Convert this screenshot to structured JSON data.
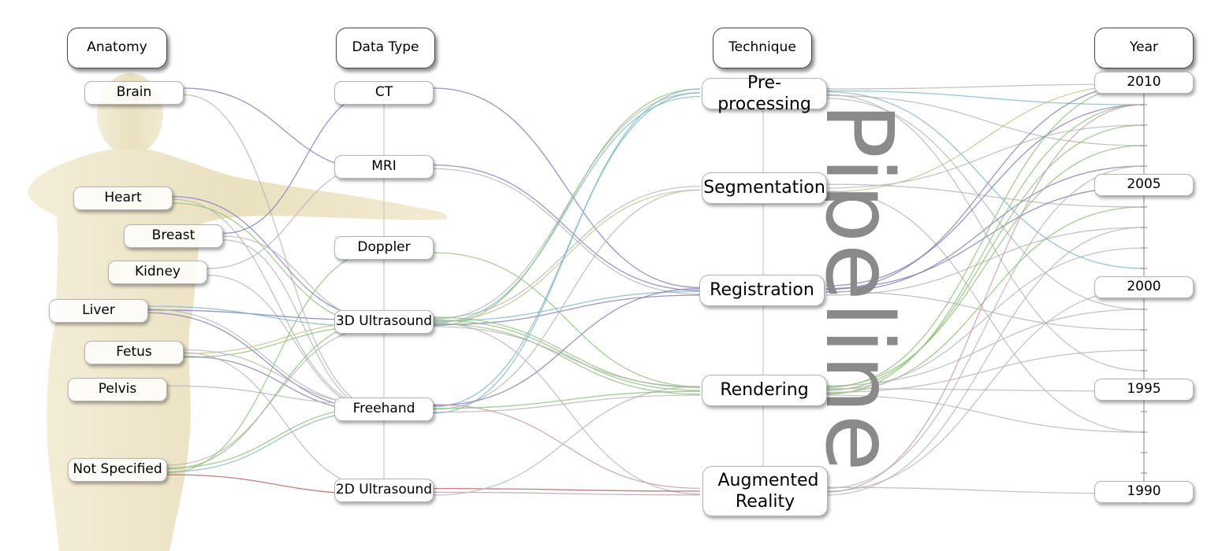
{
  "headers": {
    "anatomy": "Anatomy",
    "data_type": "Data Type",
    "technique": "Technique",
    "year": "Year"
  },
  "anatomy": [
    "Brain",
    "Heart",
    "Breast",
    "Kidney",
    "Liver",
    "Fetus",
    "Pelvis",
    "Not Specified"
  ],
  "data_type": [
    "CT",
    "MRI",
    "Doppler",
    "3D Ultrasound",
    "Freehand",
    "2D Ultrasound"
  ],
  "technique": [
    "Pre-processing",
    "Segmentation",
    "Registration",
    "Rendering",
    "Augmented Reality"
  ],
  "year_labels": [
    "2010",
    "2005",
    "2000",
    "1995",
    "1990"
  ],
  "year_range": [
    1990,
    2010
  ],
  "pipeline_label": "Pipeline",
  "colors": {
    "link_purple": "#7e7cb8",
    "link_green": "#8fc17a",
    "link_teal": "#7fb6c4",
    "link_gray": "#b5b5b5",
    "link_olive": "#c2c28a",
    "link_red": "#b25c5c",
    "link_mauve": "#c29aa8",
    "body_skin": "#ebe2c4"
  },
  "links": {
    "anatomy_to_type": [
      {
        "from": "Brain",
        "to": "MRI",
        "color": "link_purple"
      },
      {
        "from": "Brain",
        "to": "Freehand",
        "color": "link_gray"
      },
      {
        "from": "Heart",
        "to": "3D Ultrasound",
        "color": "link_purple"
      },
      {
        "from": "Heart",
        "to": "3D Ultrasound",
        "color": "link_green"
      },
      {
        "from": "Heart",
        "to": "Freehand",
        "color": "link_gray"
      },
      {
        "from": "Breast",
        "to": "CT",
        "color": "link_purple"
      },
      {
        "from": "Breast",
        "to": "Freehand",
        "color": "link_gray"
      },
      {
        "from": "Breast",
        "to": "3D Ultrasound",
        "color": "link_gray"
      },
      {
        "from": "Kidney",
        "to": "MRI",
        "color": "link_gray"
      },
      {
        "from": "Kidney",
        "to": "Freehand",
        "color": "link_gray"
      },
      {
        "from": "Liver",
        "to": "3D Ultrasound",
        "color": "link_purple"
      },
      {
        "from": "Liver",
        "to": "3D Ultrasound",
        "color": "link_teal"
      },
      {
        "from": "Liver",
        "to": "Freehand",
        "color": "link_purple"
      },
      {
        "from": "Liver",
        "to": "Freehand",
        "color": "link_gray"
      },
      {
        "from": "Fetus",
        "to": "3D Ultrasound",
        "color": "link_green"
      },
      {
        "from": "Fetus",
        "to": "3D Ultrasound",
        "color": "link_olive"
      },
      {
        "from": "Fetus",
        "to": "Freehand",
        "color": "link_gray"
      },
      {
        "from": "Fetus",
        "to": "Freehand",
        "color": "link_purple"
      },
      {
        "from": "Fetus",
        "to": "2D Ultrasound",
        "color": "link_gray"
      },
      {
        "from": "Pelvis",
        "to": "Freehand",
        "color": "link_gray"
      },
      {
        "from": "Not Specified",
        "to": "Doppler",
        "color": "link_green"
      },
      {
        "from": "Not Specified",
        "to": "3D Ultrasound",
        "color": "link_green"
      },
      {
        "from": "Not Specified",
        "to": "3D Ultrasound",
        "color": "link_gray"
      },
      {
        "from": "Not Specified",
        "to": "Freehand",
        "color": "link_teal"
      },
      {
        "from": "Not Specified",
        "to": "Freehand",
        "color": "link_green"
      },
      {
        "from": "Not Specified",
        "to": "2D Ultrasound",
        "color": "link_red"
      }
    ],
    "type_to_technique": [
      {
        "from": "CT",
        "to": "Registration",
        "color": "link_purple"
      },
      {
        "from": "MRI",
        "to": "Registration",
        "color": "link_gray"
      },
      {
        "from": "MRI",
        "to": "Registration",
        "color": "link_purple"
      },
      {
        "from": "Doppler",
        "to": "Rendering",
        "color": "link_green"
      },
      {
        "from": "3D Ultrasound",
        "to": "Pre-processing",
        "color": "link_teal"
      },
      {
        "from": "3D Ultrasound",
        "to": "Pre-processing",
        "color": "link_gray"
      },
      {
        "from": "3D Ultrasound",
        "to": "Pre-processing",
        "color": "link_green"
      },
      {
        "from": "3D Ultrasound",
        "to": "Segmentation",
        "color": "link_olive"
      },
      {
        "from": "3D Ultrasound",
        "to": "Segmentation",
        "color": "link_gray"
      },
      {
        "from": "3D Ultrasound",
        "to": "Registration",
        "color": "link_purple"
      },
      {
        "from": "3D Ultrasound",
        "to": "Registration",
        "color": "link_teal"
      },
      {
        "from": "3D Ultrasound",
        "to": "Rendering",
        "color": "link_green"
      },
      {
        "from": "3D Ultrasound",
        "to": "Rendering",
        "color": "link_green"
      },
      {
        "from": "3D Ultrasound",
        "to": "Rendering",
        "color": "link_green"
      },
      {
        "from": "3D Ultrasound",
        "to": "Rendering",
        "color": "link_gray"
      },
      {
        "from": "3D Ultrasound",
        "to": "Augmented Reality",
        "color": "link_gray"
      },
      {
        "from": "Freehand",
        "to": "Pre-processing",
        "color": "link_teal"
      },
      {
        "from": "Freehand",
        "to": "Pre-processing",
        "color": "link_teal"
      },
      {
        "from": "Freehand",
        "to": "Segmentation",
        "color": "link_gray"
      },
      {
        "from": "Freehand",
        "to": "Registration",
        "color": "link_purple"
      },
      {
        "from": "Freehand",
        "to": "Rendering",
        "color": "link_gray"
      },
      {
        "from": "Freehand",
        "to": "Rendering",
        "color": "link_green"
      },
      {
        "from": "Freehand",
        "to": "Augmented Reality",
        "color": "link_mauve"
      },
      {
        "from": "2D Ultrasound",
        "to": "Augmented Reality",
        "color": "link_mauve"
      },
      {
        "from": "2D Ultrasound",
        "to": "Augmented Reality",
        "color": "link_red"
      },
      {
        "from": "2D Ultrasound",
        "to": "Rendering",
        "color": "link_gray"
      }
    ],
    "technique_to_year": [
      {
        "from": "Pre-processing",
        "to": 2010,
        "color": "link_gray"
      },
      {
        "from": "Pre-processing",
        "to": 2007,
        "color": "link_gray"
      },
      {
        "from": "Pre-processing",
        "to": 2001,
        "color": "link_teal"
      },
      {
        "from": "Pre-processing",
        "to": 1999,
        "color": "link_gray"
      },
      {
        "from": "Pre-processing",
        "to": 1996,
        "color": "link_gray"
      },
      {
        "from": "Pre-processing",
        "to": 2009,
        "color": "link_teal"
      },
      {
        "from": "Segmentation",
        "to": 2010,
        "color": "link_olive"
      },
      {
        "from": "Segmentation",
        "to": 2008,
        "color": "link_gray"
      },
      {
        "from": "Segmentation",
        "to": 2004,
        "color": "link_gray"
      },
      {
        "from": "Segmentation",
        "to": 1993,
        "color": "link_gray"
      },
      {
        "from": "Registration",
        "to": 2010,
        "color": "link_purple"
      },
      {
        "from": "Registration",
        "to": 2009,
        "color": "link_purple"
      },
      {
        "from": "Registration",
        "to": 2006,
        "color": "link_purple"
      },
      {
        "from": "Registration",
        "to": 2005,
        "color": "link_purple"
      },
      {
        "from": "Registration",
        "to": 2003,
        "color": "link_gray"
      },
      {
        "from": "Registration",
        "to": 1998,
        "color": "link_gray"
      },
      {
        "from": "Rendering",
        "to": 2010,
        "color": "link_green"
      },
      {
        "from": "Rendering",
        "to": 2009,
        "color": "link_green"
      },
      {
        "from": "Rendering",
        "to": 2008,
        "color": "link_green"
      },
      {
        "from": "Rendering",
        "to": 2007,
        "color": "link_green"
      },
      {
        "from": "Rendering",
        "to": 2004,
        "color": "link_green"
      },
      {
        "from": "Rendering",
        "to": 2002,
        "color": "link_gray"
      },
      {
        "from": "Rendering",
        "to": 1999,
        "color": "link_gray"
      },
      {
        "from": "Rendering",
        "to": 1997,
        "color": "link_gray"
      },
      {
        "from": "Rendering",
        "to": 1995,
        "color": "link_gray"
      },
      {
        "from": "Rendering",
        "to": 1993,
        "color": "link_gray"
      },
      {
        "from": "Augmented Reality",
        "to": 2009,
        "color": "link_mauve"
      },
      {
        "from": "Augmented Reality",
        "to": 2006,
        "color": "link_gray"
      },
      {
        "from": "Augmented Reality",
        "to": 2003,
        "color": "link_gray"
      },
      {
        "from": "Augmented Reality",
        "to": 2000,
        "color": "link_gray"
      },
      {
        "from": "Augmented Reality",
        "to": 1990,
        "color": "link_gray"
      }
    ]
  }
}
